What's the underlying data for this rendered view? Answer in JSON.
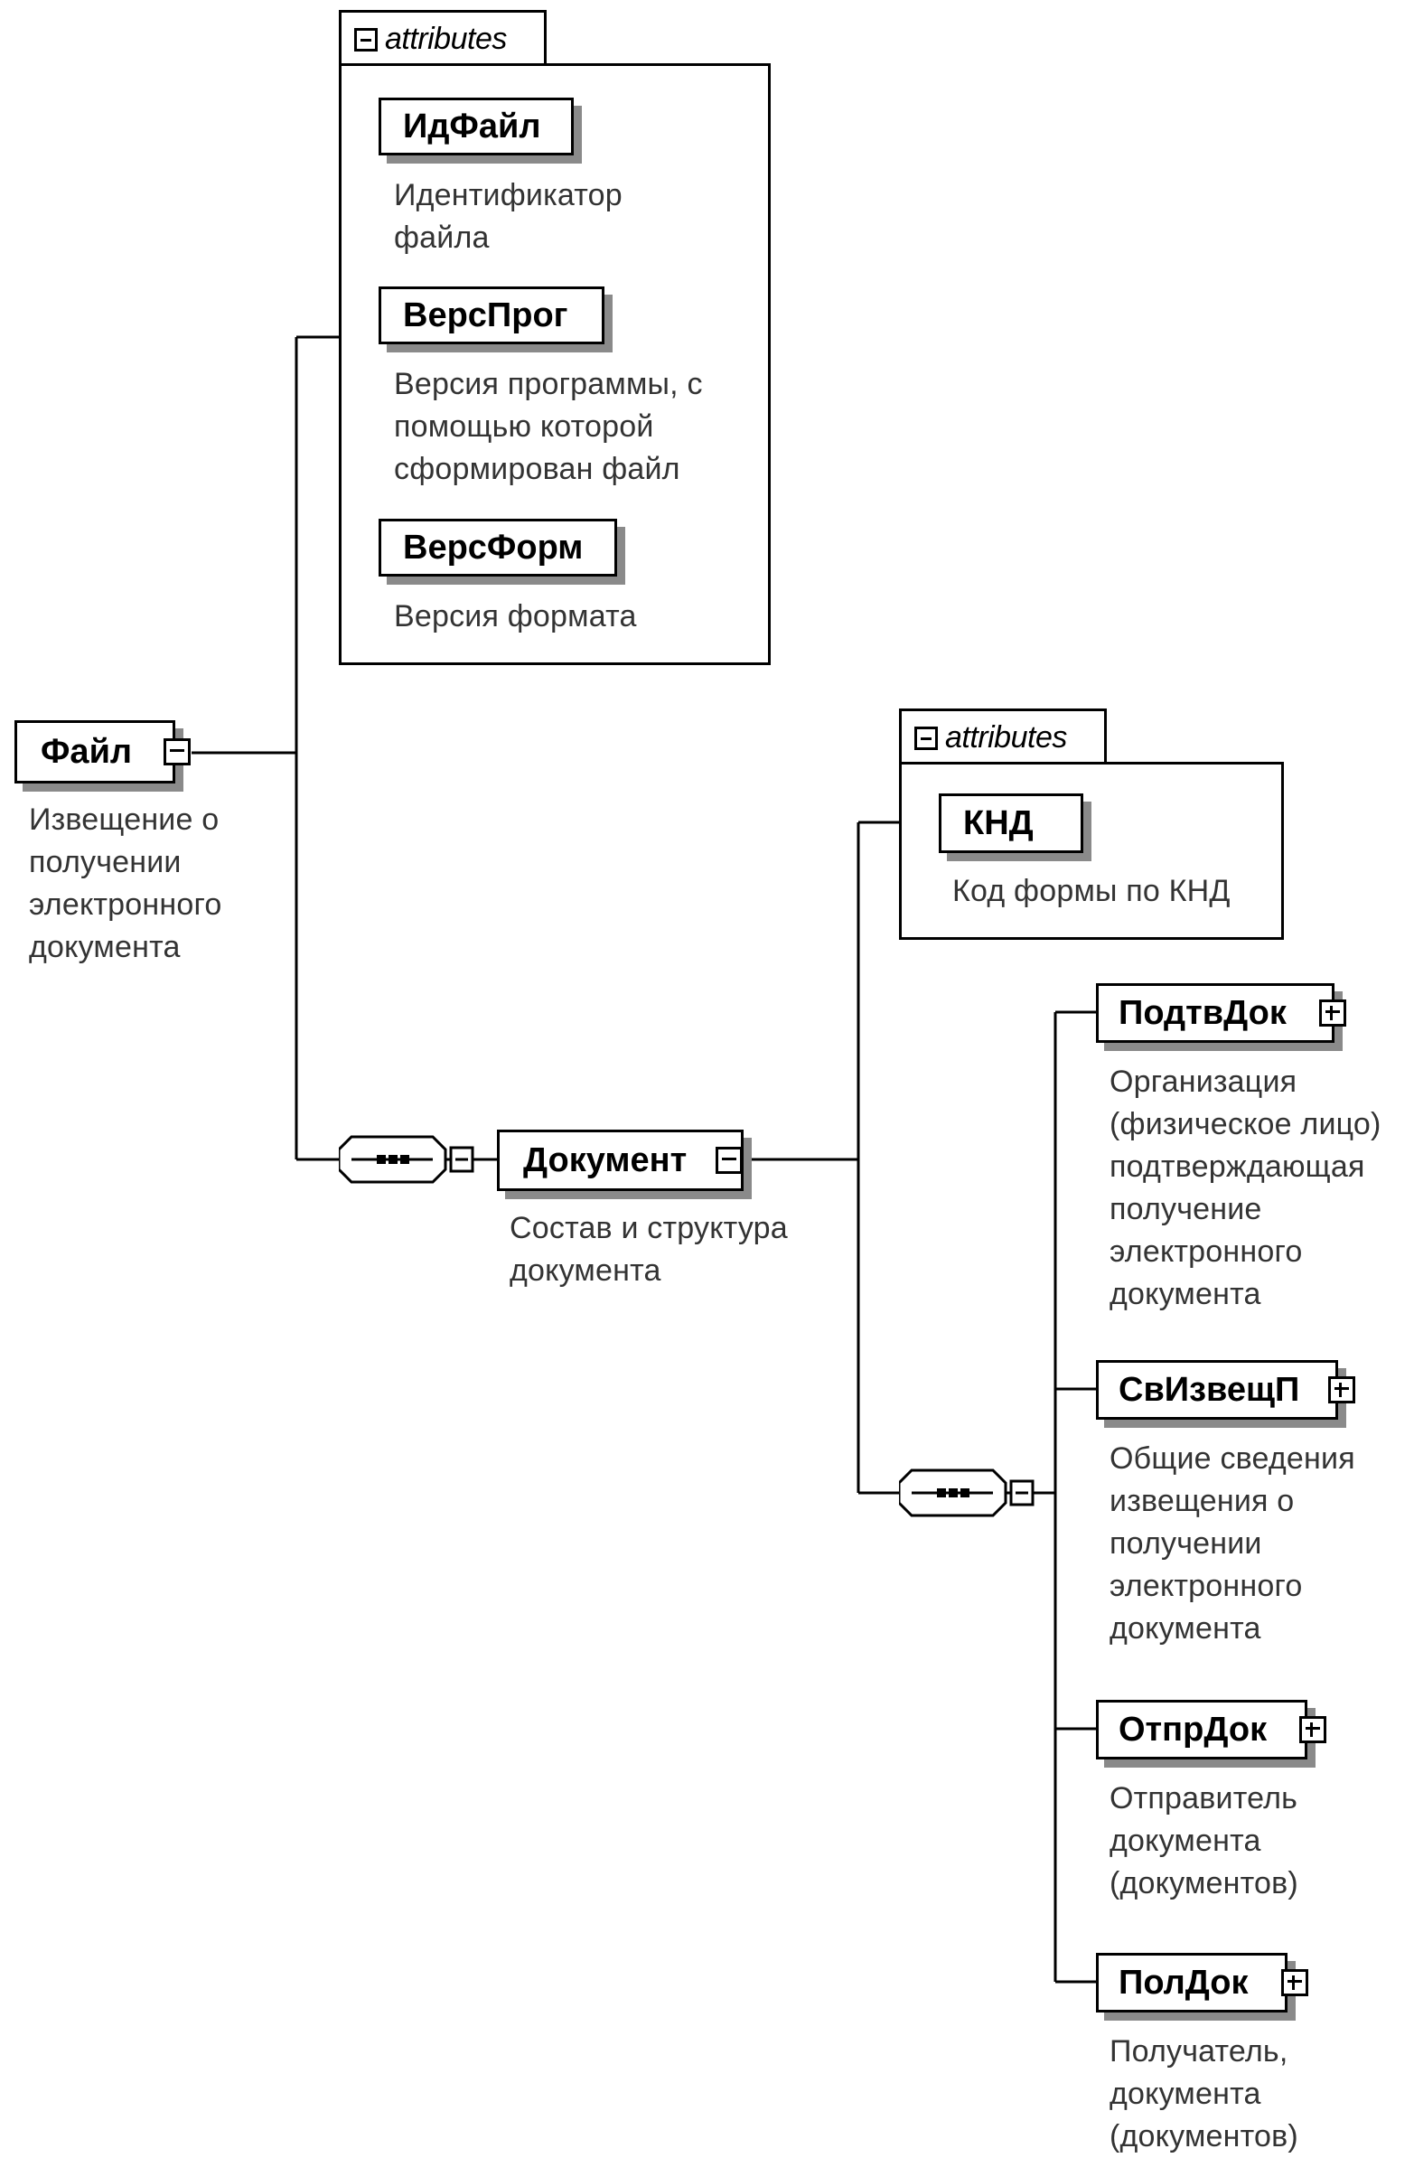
{
  "attributes_label": "attributes",
  "root": {
    "name": "Файл",
    "description": "Извещение о\nполучении\nэлектронного\nдокумента"
  },
  "file_attributes": [
    {
      "name": "ИдФайл",
      "description": "Идентификатор\nфайла"
    },
    {
      "name": "ВерсПрог",
      "description": "Версия программы, с\nпомощью которой\nсформирован файл"
    },
    {
      "name": "ВерсФорм",
      "description": "Версия формата"
    }
  ],
  "document": {
    "name": "Документ",
    "description": "Состав и структура\nдокумента"
  },
  "document_attributes": [
    {
      "name": "КНД",
      "description": "Код формы по КНД"
    }
  ],
  "document_children": [
    {
      "name": "ПодтвДок",
      "description": "Организация\n(физическое лицо)\nподтверждающая\nполучение\nэлектронного\nдокумента"
    },
    {
      "name": "СвИзвещП",
      "description": "Общие сведения\nизвещения о\nполучении\nэлектронного\nдокумента"
    },
    {
      "name": "ОтпрДок",
      "description": "Отправитель\nдокумента\n(документов)"
    },
    {
      "name": "ПолДок",
      "description": "Получатель,\nдокумента\n(документов)"
    }
  ],
  "colors": {
    "line": "#000000",
    "shadow": "#8a8a8a",
    "description_text": "#333333"
  }
}
